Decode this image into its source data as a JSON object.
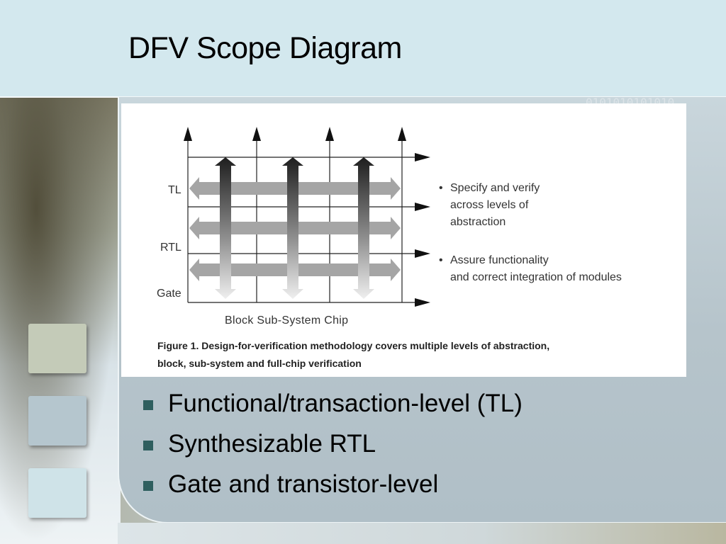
{
  "slide": {
    "title": "DFV Scope Diagram"
  },
  "figure": {
    "levels": [
      "TL",
      "RTL",
      "Gate"
    ],
    "axis_label": "Block Sub-System Chip",
    "notes": [
      {
        "bullet": "•",
        "lines": [
          "Specify and verify",
          "across levels of",
          "abstraction"
        ]
      },
      {
        "bullet": "•",
        "lines": [
          "Assure functionality",
          "and correct integration of modules"
        ]
      }
    ],
    "caption_line1": "Figure 1. Design-for-verification methodology covers multiple levels of abstraction,",
    "caption_line2": "block, sub-system and full-chip verification"
  },
  "bullets": [
    "Functional/transaction-level (TL)",
    "Synthesizable RTL",
    "Gate and transistor-level"
  ],
  "colors": {
    "header_bg": "#d3e8ee",
    "bullet_marker": "#2f5f5f",
    "swatches": [
      "#c4cbb8",
      "#b5c6ce",
      "#cfe3e8"
    ]
  }
}
